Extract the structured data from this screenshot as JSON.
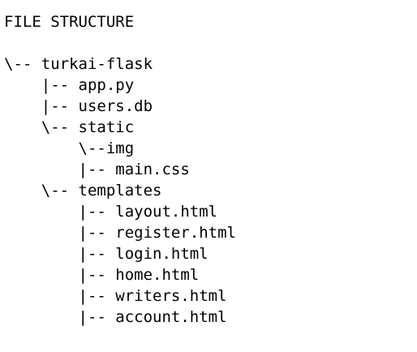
{
  "title": "FILE STRUCTURE",
  "tree": [
    "\\-- turkai-flask",
    "    |-- app.py",
    "    |-- users.db",
    "    \\-- static",
    "        \\--img",
    "        |-- main.css",
    "    \\-- templates",
    "        |-- layout.html",
    "        |-- register.html",
    "        |-- login.html",
    "        |-- home.html",
    "        |-- writers.html",
    "        |-- account.html"
  ]
}
